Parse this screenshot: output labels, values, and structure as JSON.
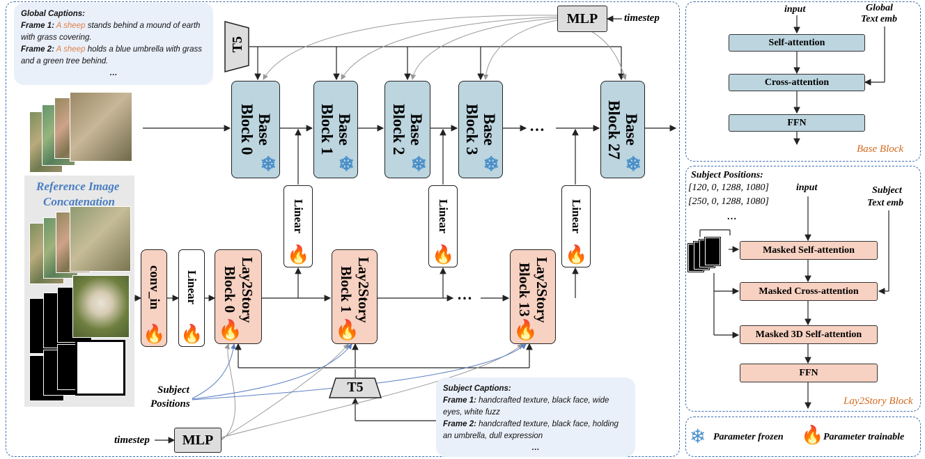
{
  "global_captions": {
    "heading": "Global Captions:",
    "frame1_label": "Frame 1:",
    "frame1_highlight": "A sheep",
    "frame1_text": " stands behind a mound of earth with grass covering.",
    "frame2_label": "Frame 2:",
    "frame2_highlight": "A sheep",
    "frame2_text": " holds a blue umbrella with grass and a green tree behind.",
    "ellipsis": "…"
  },
  "subject_captions": {
    "heading": "Subject Captions:",
    "frame1_label": "Frame 1:",
    "frame1_text": " handcrafted texture, black face, wide eyes, white fuzz",
    "frame2_label": "Frame 2:",
    "frame2_text": " handcrafted texture, black face, holding an umbrella, dull expression",
    "ellipsis": "…"
  },
  "labels": {
    "t5_top": "T5",
    "t5_bottom": "T5",
    "mlp_top": "MLP",
    "mlp_bottom": "MLP",
    "timestep_top": "timestep",
    "timestep_bottom": "timestep",
    "ref_concat_line1": "Reference Image",
    "ref_concat_line2": "Concatenation",
    "subject_positions_line1": "Subject",
    "subject_positions_line2": "Positions",
    "conv_in": "conv_in",
    "linear_in": "Linear",
    "dots_top": "…",
    "dots_bottom": "…"
  },
  "base_blocks": [
    {
      "line1": "Base",
      "line2": "Block 0"
    },
    {
      "line1": "Base",
      "line2": "Block 1"
    },
    {
      "line1": "Base",
      "line2": "Block 2"
    },
    {
      "line1": "Base",
      "line2": "Block 3"
    },
    {
      "line1": "Base",
      "line2": "Block 27"
    }
  ],
  "linear_blocks": [
    "Linear",
    "Linear",
    "Linear"
  ],
  "lay_blocks": [
    {
      "line1": "Lay2Story",
      "line2": "Block 0"
    },
    {
      "line1": "Lay2Story",
      "line2": "Block 1"
    },
    {
      "line1": "Lay2Story",
      "line2": "Block 13"
    }
  ],
  "base_panel": {
    "input": "input",
    "text_emb_line1": "Global",
    "text_emb_line2": "Text emb",
    "self_attention": "Self-attention",
    "cross_attention": "Cross-attention",
    "ffn": "FFN",
    "title": "Base Block"
  },
  "lay_panel": {
    "positions_heading": "Subject Positions:",
    "position1": "[120, 0, 1288, 1080]",
    "position2": "[250, 0, 1288, 1080]",
    "ellipsis": "…",
    "input": "input",
    "text_emb_line1": "Subject",
    "text_emb_line2": "Text emb",
    "masked_self": "Masked Self-attention",
    "masked_cross": "Masked Cross-attention",
    "masked_3d": "Masked 3D Self-attention",
    "ffn": "FFN",
    "title": "Lay2Story Block"
  },
  "legend": {
    "frozen": "Parameter frozen",
    "trainable": "Parameter trainable"
  }
}
